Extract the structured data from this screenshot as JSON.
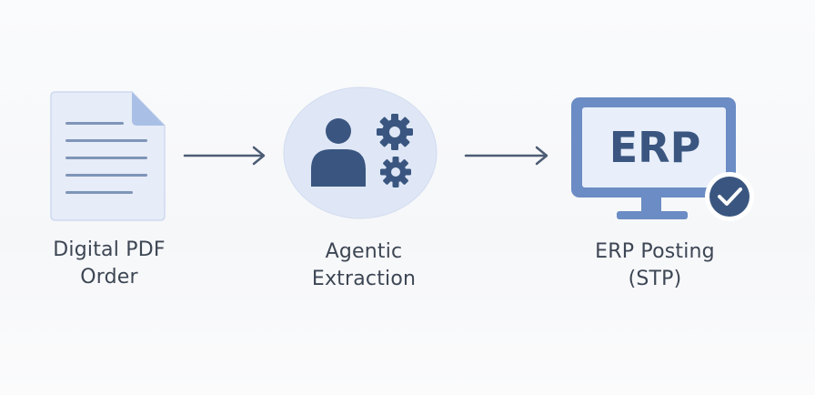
{
  "steps": [
    {
      "line1": "Digital PDF",
      "line2": "Order",
      "icon": "pdf-document-icon"
    },
    {
      "line1": "Agentic",
      "line2": "Extraction",
      "icon": "person-gears-icon"
    },
    {
      "line1": "ERP Posting",
      "line2": "(STP)",
      "icon": "erp-monitor-icon"
    }
  ],
  "erp_screen_text": "ERP",
  "colors": {
    "dark_blue": "#3a5680",
    "mid_blue": "#6b8cc4",
    "light_blue": "#dfe7f6",
    "doc_fill": "#e6ecf8",
    "doc_fold": "#a9bfe6",
    "arrow": "#4c5c74",
    "text": "#3d4654"
  }
}
